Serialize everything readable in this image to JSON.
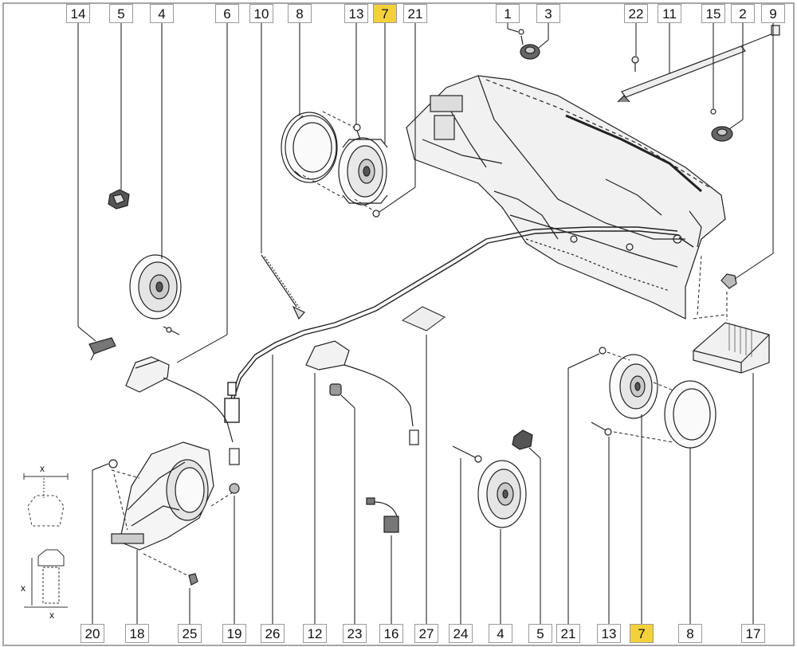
{
  "diagram": {
    "highlight_color": "#f4d13a",
    "line_color": "#111111",
    "top_labels": [
      {
        "id": "14",
        "highlight": false
      },
      {
        "id": "5",
        "highlight": false
      },
      {
        "id": "4",
        "highlight": false
      },
      {
        "id": "6",
        "highlight": false
      },
      {
        "id": "10",
        "highlight": false
      },
      {
        "id": "8",
        "highlight": false
      },
      {
        "id": "13",
        "highlight": false
      },
      {
        "id": "7",
        "highlight": true
      },
      {
        "id": "21",
        "highlight": false
      },
      {
        "id": "1",
        "highlight": false
      },
      {
        "id": "3",
        "highlight": false
      },
      {
        "id": "22",
        "highlight": false
      },
      {
        "id": "11",
        "highlight": false
      },
      {
        "id": "15",
        "highlight": false
      },
      {
        "id": "2",
        "highlight": false
      },
      {
        "id": "9",
        "highlight": false
      }
    ],
    "bottom_labels": [
      {
        "id": "20",
        "highlight": false
      },
      {
        "id": "18",
        "highlight": false
      },
      {
        "id": "25",
        "highlight": false
      },
      {
        "id": "19",
        "highlight": false
      },
      {
        "id": "26",
        "highlight": false
      },
      {
        "id": "12",
        "highlight": false
      },
      {
        "id": "23",
        "highlight": false
      },
      {
        "id": "16",
        "highlight": false
      },
      {
        "id": "27",
        "highlight": false
      },
      {
        "id": "24",
        "highlight": false
      },
      {
        "id": "4",
        "highlight": false
      },
      {
        "id": "5",
        "highlight": false
      },
      {
        "id": "21",
        "highlight": false
      },
      {
        "id": "13",
        "highlight": false
      },
      {
        "id": "7",
        "highlight": true
      },
      {
        "id": "8",
        "highlight": false
      },
      {
        "id": "17",
        "highlight": false
      }
    ],
    "dimension_mark": "x"
  }
}
